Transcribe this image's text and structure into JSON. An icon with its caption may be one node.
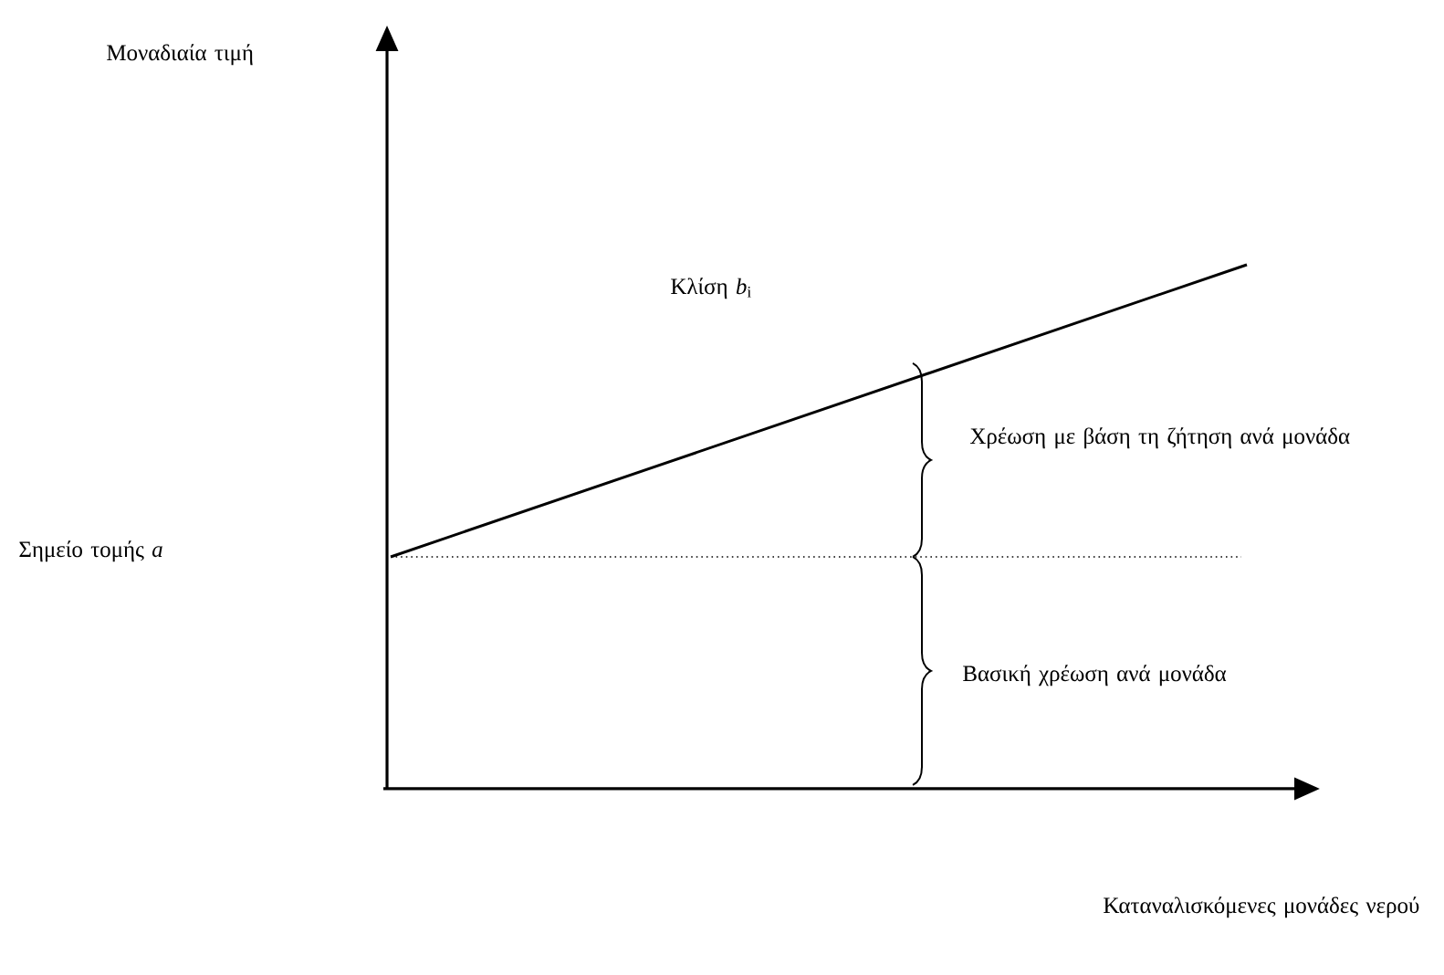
{
  "diagram": {
    "labels": [
      "Μοναδιαία τιμή",
      "Κλίση *b*$_{i}$",
      "Χρέωση με βάση τη ζήτηση ανά μονάδα",
      "Σημείο τομής *a*",
      "Βασική χρέωση ανά μονάδα",
      "Καταναλισκόμενες μονάδες νερού"
    ]
  }
}
